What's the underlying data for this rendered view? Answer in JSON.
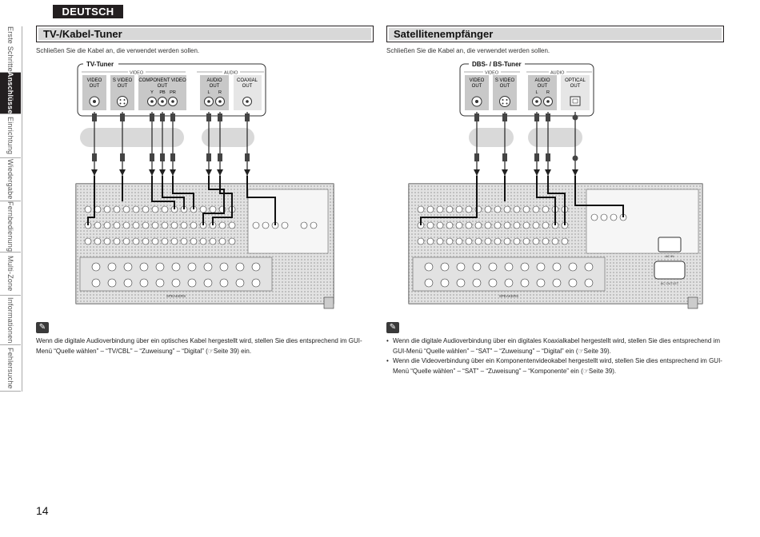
{
  "language_tab": "DEUTSCH",
  "sidebar": {
    "items": [
      {
        "label": "Erste Schritte",
        "active": false
      },
      {
        "label": "Anschlüsse",
        "active": true
      },
      {
        "label": "Einrichtung",
        "active": false
      },
      {
        "label": "Wiedergabe",
        "active": false
      },
      {
        "label": "Fernbedienung",
        "active": false
      },
      {
        "label": "Multi-Zone",
        "active": false
      },
      {
        "label": "Informationen",
        "active": false
      },
      {
        "label": "Fehlersuche",
        "active": false
      }
    ]
  },
  "left": {
    "title": "TV-/Kabel-Tuner",
    "intro": "Schließen Sie die Kabel an, die verwendet werden sollen.",
    "device_name": "TV-Tuner",
    "group_video": "VIDEO",
    "group_audio": "AUDIO",
    "jacks": [
      {
        "line1": "VIDEO",
        "line2": "OUT"
      },
      {
        "line1": "S VIDEO",
        "line2": "OUT"
      },
      {
        "line1": "COMPONENT VIDEO",
        "line2": "OUT",
        "sub": [
          "Y",
          "PB",
          "PR"
        ]
      },
      {
        "line1": "AUDIO",
        "line2": "OUT",
        "sub": [
          "L",
          "R"
        ]
      },
      {
        "line1": "COAXIAL",
        "line2": "OUT"
      }
    ],
    "note": "Wenn die digitale Audioverbindung über ein optisches Kabel hergestellt wird, stellen Sie dies entsprechend im GUI-Menü “Quelle wählen” – “TV/CBL” – “Zuweisung” – “Digital” (☞Seite 39) ein."
  },
  "right": {
    "title": "Satellitenempfänger",
    "intro": "Schließen Sie die Kabel an, die verwendet werden sollen.",
    "device_name": "DBS- / BS-Tuner",
    "group_video": "VIDEO",
    "group_audio": "AUDIO",
    "jacks": [
      {
        "line1": "VIDEO",
        "line2": "OUT"
      },
      {
        "line1": "S VIDEO",
        "line2": "OUT"
      },
      {
        "line1": "AUDIO",
        "line2": "OUT",
        "sub": [
          "L",
          "R"
        ]
      },
      {
        "line1": "OPTICAL",
        "line2": "OUT"
      }
    ],
    "notes": [
      "Wenn die digitale Audioverbindung über ein digitales Koaxialkabel hergestellt wird, stellen Sie dies entsprechend im GUI-Menü “Quelle wählen” – “SAT” – “Zuweisung” – “Digital” ein (☞Seite 39).",
      "Wenn die Videoverbindung über ein Komponentenvideokabel hergestellt wird, stellen Sie dies entsprechend im GUI-Menü “Quelle wählen” – “SAT” – “Zuweisung” – “Komponente” ein (☞Seite 39)."
    ]
  },
  "receiver": {
    "speakers_label": "SPEAKERS",
    "ac_inlet_label": "AC IN",
    "ac_outlet_label": "AC OUTLET"
  },
  "page_number": "14",
  "colors": {
    "dark": "#231f20",
    "panel": "#c8c8c8",
    "header_fill": "#d8d8d8"
  }
}
